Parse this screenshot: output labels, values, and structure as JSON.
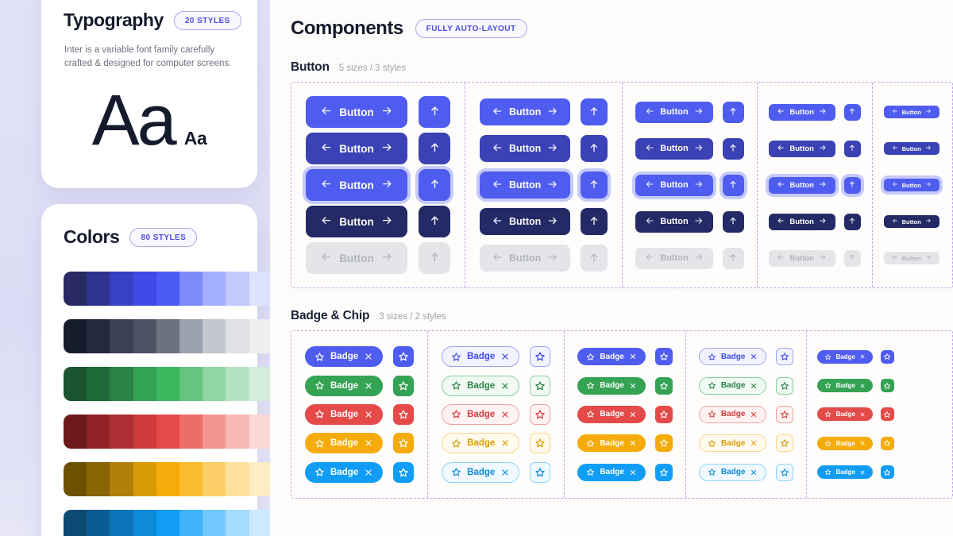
{
  "left": {
    "typography": {
      "title": "Typography",
      "badge": "20 STYLES",
      "description": "Inter is a variable font family carefully crafted & designed for computer screens.",
      "sample_large": "Aa",
      "sample_small": "Aa"
    },
    "colors": {
      "title": "Colors",
      "badge": "80 STYLES",
      "palettes": [
        {
          "name": "indigo",
          "swatches": [
            "#272a63",
            "#2e3390",
            "#3840c4",
            "#3f4ae8",
            "#4b5cf5",
            "#7c8bfa",
            "#a3aefc",
            "#c3cbfd",
            "#dde2fe",
            "#f0f3ff"
          ]
        },
        {
          "name": "slate",
          "swatches": [
            "#171c2c",
            "#232a3c",
            "#3a4254",
            "#4c5566",
            "#6b7280",
            "#9aa0ad",
            "#c3c7ce",
            "#dfe1e5",
            "#eeeff1",
            "#f8f8f9"
          ]
        },
        {
          "name": "green",
          "swatches": [
            "#1c5430",
            "#1f6a38",
            "#2a8244",
            "#34a353",
            "#3cb65e",
            "#64c57f",
            "#8fd6a2",
            "#b4e3c1",
            "#d3eedb",
            "#eaf7ee"
          ]
        },
        {
          "name": "red",
          "swatches": [
            "#6d1a1c",
            "#8f2326",
            "#ad2f33",
            "#d03c3d",
            "#e44a48",
            "#ec6d68",
            "#f29590",
            "#f7b9b5",
            "#fbd8d5",
            "#fdeeed"
          ]
        },
        {
          "name": "amber",
          "swatches": [
            "#6d5000",
            "#8a6504",
            "#b07f06",
            "#d89a06",
            "#f5ab09",
            "#fbbd2e",
            "#fccf68",
            "#fde09b",
            "#fdecc4",
            "#fef7e4"
          ]
        },
        {
          "name": "blue",
          "swatches": [
            "#0b4a72",
            "#0a5c92",
            "#0c74b8",
            "#0e8ada",
            "#119df5",
            "#3fb3fb",
            "#72c8fc",
            "#a3dcfd",
            "#cbeafe",
            "#e8f5ff"
          ]
        }
      ]
    }
  },
  "right": {
    "header": {
      "title": "Components",
      "badge": "FULLY AUTO-LAYOUT"
    },
    "sections": [
      {
        "id": "button",
        "title": "Button",
        "subtitle": "5 sizes / 3 styles"
      },
      {
        "id": "badge",
        "title": "Badge & Chip",
        "subtitle": "3 sizes / 2 styles"
      }
    ],
    "button": {
      "label": "Button",
      "arrow_left_icon": "arrow-left-icon",
      "arrow_right_icon": "arrow-right-icon",
      "arrow_up_icon": "arrow-up-icon",
      "sizes": [
        "xl",
        "lg",
        "md",
        "sm",
        "xs"
      ],
      "states": [
        "default",
        "hover",
        "focused",
        "pressed",
        "disabled"
      ],
      "state_colors": {
        "default": "#4f5cf0",
        "hover": "#3b42b5",
        "focused": "#4f5cf0",
        "pressed": "#232a66",
        "disabled": "#e4e5e8"
      }
    },
    "badge": {
      "label": "Badge",
      "star_icon": "star-icon",
      "close_icon": "close-x-icon",
      "sizes": [
        "lg",
        "md",
        "sm"
      ],
      "styles": [
        "solid",
        "outline"
      ],
      "colors": [
        {
          "name": "indigo",
          "solid": "#4f5cf0",
          "text": "#3f4ae8",
          "soft_bg": "#f2f3ff",
          "border": "#9ba4f5"
        },
        {
          "name": "green",
          "solid": "#34a353",
          "text": "#2a8244",
          "soft_bg": "#f0faf3",
          "border": "#86cf9c"
        },
        {
          "name": "red",
          "solid": "#e44a48",
          "text": "#d03c3d",
          "soft_bg": "#fef2f2",
          "border": "#f0a3a0"
        },
        {
          "name": "amber",
          "solid": "#f5ab09",
          "text": "#d89a06",
          "soft_bg": "#fffaed",
          "border": "#fbd487"
        },
        {
          "name": "blue",
          "solid": "#119df5",
          "text": "#0e8ada",
          "soft_bg": "#eff9ff",
          "border": "#8bd2fb"
        }
      ]
    }
  }
}
